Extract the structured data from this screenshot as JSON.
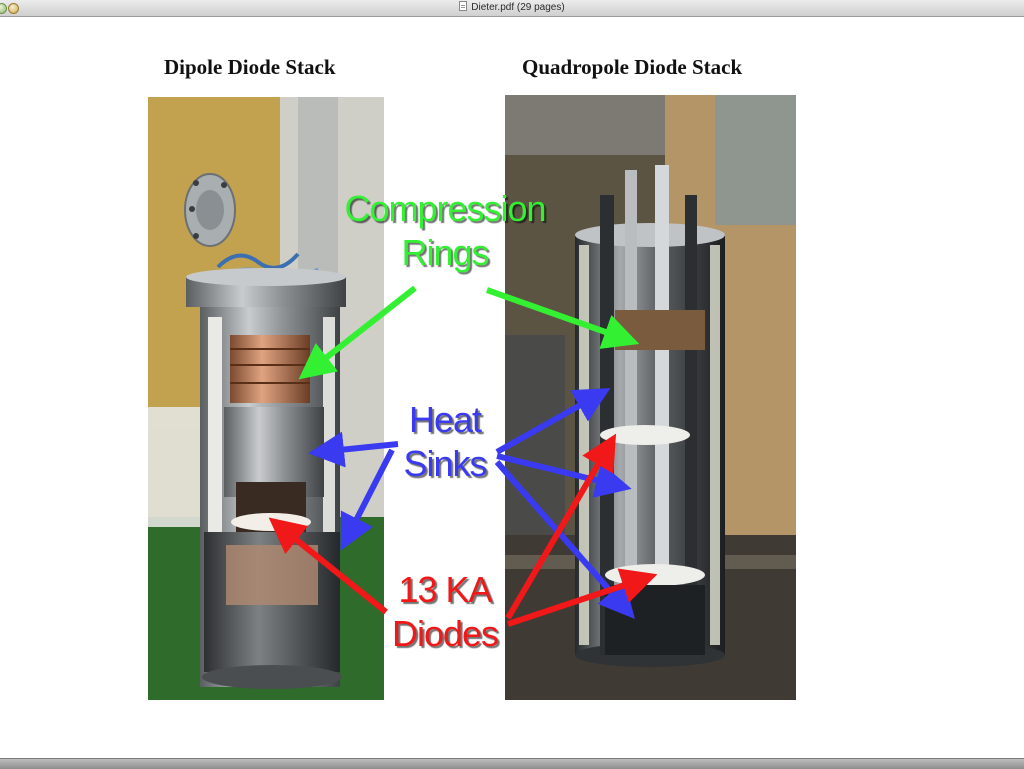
{
  "window": {
    "title": "Dieter.pdf (29 pages)"
  },
  "slide": {
    "left_heading": "Dipole Diode Stack",
    "right_heading": "Quadropole Diode Stack",
    "labels": {
      "compression": [
        "Compression",
        "Rings"
      ],
      "heat_sinks": [
        "Heat",
        "Sinks"
      ],
      "diodes": [
        "13 KA",
        "Diodes"
      ]
    }
  },
  "colors": {
    "compression": "#33f033",
    "heat_sinks": "#3a3af0",
    "diodes": "#f01818"
  }
}
